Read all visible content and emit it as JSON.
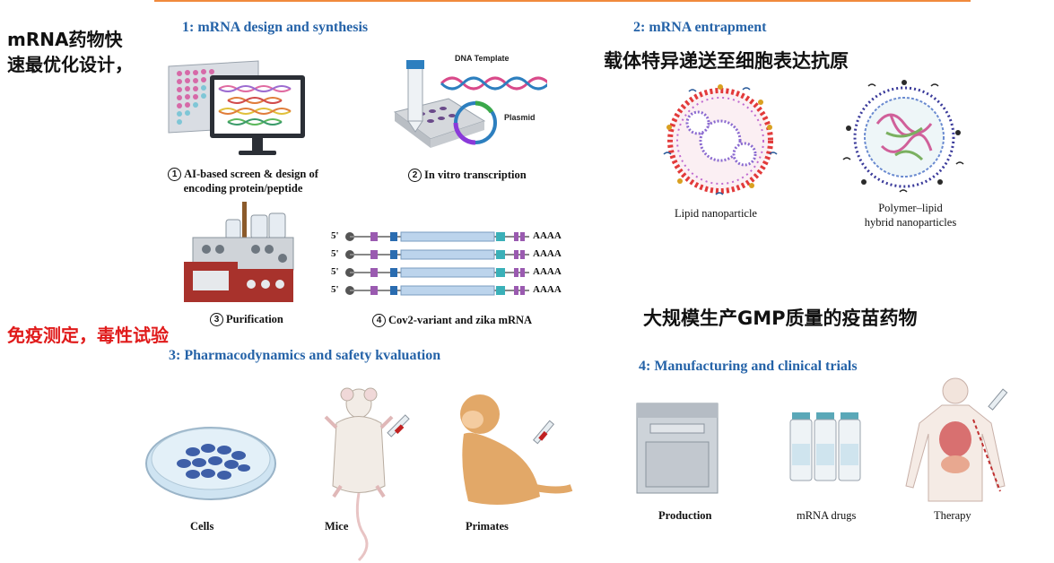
{
  "sections": {
    "s1_title": "1:  mRNA design and synthesis",
    "s2_title": "2:  mRNA entrapment",
    "s3_title": "3:  Pharmacodynamics and safety kvaluation",
    "s4_title": "4:  Manufacturing and clinical trials"
  },
  "annotations": {
    "left_line1": "mRNA药物快",
    "left_line2": "速最优化设计，",
    "carrier": "载体特异递送至细胞表达抗原",
    "immune": "免疫测定，毒性试验",
    "gmp": "大规模生产GMP质量的疫苗药物"
  },
  "s1": {
    "ai_num": "1",
    "ai_line1": "AI-based screen & design of",
    "ai_line2": "encoding protein/peptide",
    "ivt_num": "2",
    "ivt_label": "In vitro transcription",
    "dna_template": "DNA Template",
    "plasmid": "Plasmid",
    "pur_num": "3",
    "purification": "Purification",
    "cov_num": "4",
    "cov_label": "Cov2-variant and zika mRNA",
    "rows": [
      {
        "five": "5'",
        "polya": "AAAA"
      },
      {
        "five": "5'",
        "polya": "AAAA"
      },
      {
        "five": "5'",
        "polya": "AAAA"
      },
      {
        "five": "5'",
        "polya": "AAAA"
      }
    ]
  },
  "s2": {
    "lnp": "Lipid nanoparticle",
    "hybrid_line1": "Polymer–lipid",
    "hybrid_line2": "hybrid nanoparticles"
  },
  "s3": {
    "cells": "Cells",
    "mice": "Mice",
    "primates": "Primates"
  },
  "s4": {
    "production": "Production",
    "drugs": "mRNA drugs",
    "therapy": "Therapy"
  },
  "colors": {
    "accent_line": "#f08a3c",
    "title_blue": "#2563a8",
    "red_text": "#e01b1b"
  }
}
